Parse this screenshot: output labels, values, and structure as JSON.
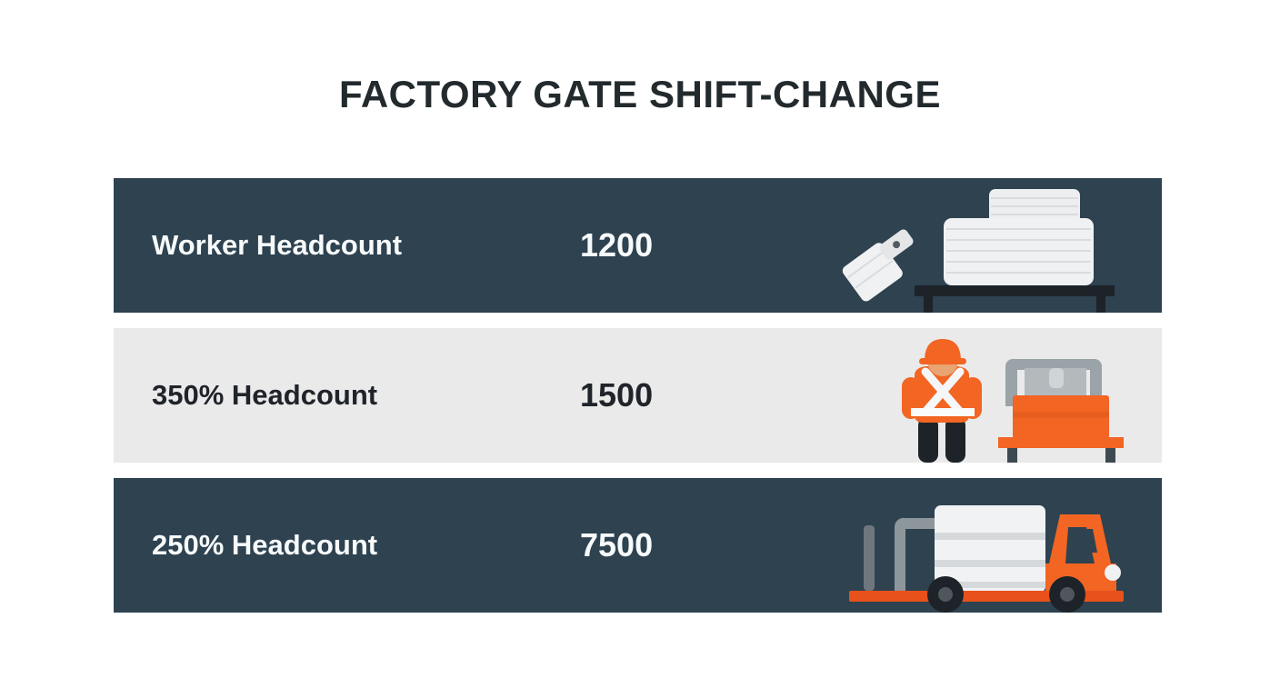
{
  "header": {
    "title": "FACTORY GATE SHIFT-CHANGE"
  },
  "colors": {
    "page_background": "#ffffff",
    "row_dark": "#2e4250",
    "row_light": "#eaeaea",
    "title_text": "#232a2e",
    "dark_row_text": "#f7fafb",
    "light_row_text": "#20242a",
    "accent_orange": "#f26522",
    "accent_orange_dark": "#e05a1b",
    "crate_white": "#f2f3f4",
    "crate_shade": "#dadcde",
    "metal_gray": "#9aa3a8",
    "dark_navy": "#1d2329"
  },
  "rows": [
    {
      "label": "Worker Headcount",
      "value": "1200",
      "theme": "dark",
      "illustration": "crate-stack-on-bench-icon"
    },
    {
      "label": "350% Headcount",
      "value": "1500",
      "theme": "light",
      "illustration": "worker-with-pallet-jack-icon"
    },
    {
      "label": "250% Headcount",
      "value": "7500",
      "theme": "dark",
      "illustration": "forklift-carrying-load-icon"
    }
  ]
}
